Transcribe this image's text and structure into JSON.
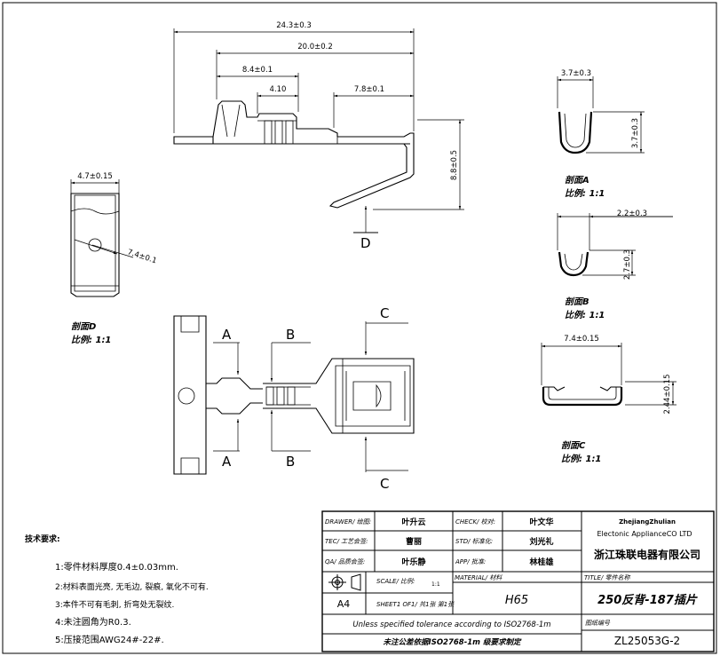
{
  "dimensions": {
    "d_24_3": "24.3±0.3",
    "d_20_0": "20.0±0.2",
    "d_8_4": "8.4±0.1",
    "d_4_10": "4.10",
    "d_7_8": "7.8±0.1",
    "d_8_8": "8.8±0.5",
    "d_4_7": "4.7±0.15",
    "d_7_4a": "7.4±0.1",
    "d_3_7w": "3.7±0.3",
    "d_3_7h": "3.7±0.3",
    "d_2_2": "2.2±0.3",
    "d_2_7": "2.7±0.3",
    "d_7_4b": "7.4±0.15",
    "d_2_44": "2.44±0.15"
  },
  "section_labels": {
    "a_top": "A",
    "a_bottom": "A",
    "b_top": "B",
    "b_bottom": "B",
    "c_top": "C",
    "c_bottom": "C",
    "d": "D"
  },
  "sections": {
    "a_title": "剖面A",
    "a_scale": "比例: 1:1",
    "b_title": "剖面B",
    "b_scale": "比例: 1:1",
    "c_title": "剖面C",
    "c_scale": "比例: 1:1",
    "d_title": "剖面D",
    "d_scale": "比例: 1:1"
  },
  "notes": {
    "heading": "技术要求:",
    "items": [
      "1:零件材料厚度0.4±0.03mm.",
      "2:材料表面光亮, 无毛边, 裂痕, 氧化不可有.",
      "3:本件不可有毛刺, 折弯处无裂纹.",
      "4:未注圆角为R0.3.",
      "5:压接范围AWG24#-22#."
    ]
  },
  "title_block": {
    "drawer_label": "DRAWER/ 绘图:",
    "drawer_value": "叶升云",
    "check_label": "CHECK/ 校对:",
    "check_value": "叶文华",
    "tec_label": "TEC/ 工艺会签:",
    "tec_value": "曹丽",
    "std_label": "STD/ 标准化:",
    "std_value": "刘光礼",
    "qa_label": "QA/ 品质会签:",
    "qa_value": "叶乐静",
    "app_label": "APP/ 批准:",
    "app_value": "林桂雄",
    "scale_label": "SCALE/ 比例:",
    "scale_value": "1:1",
    "material_label": "MATERIAL/ 材料",
    "material_value": "H65",
    "sheet_size": "A4",
    "sheet_label": "SHEET1 OF1/ 共1张 第1张",
    "company_en1": "ZhejiangZhulian",
    "company_en2": "Electonic ApplianceCO LTD",
    "company_cn": "浙江珠联电器有限公司",
    "title_label": "TITLE/ 零件名称",
    "title_value": "250反背-187插片",
    "tolerance_en": "Unless specified tolerance according to ISO2768-1m",
    "tolerance_cn": "未注公差依据ISO2768-1m 级要求制定",
    "drawing_no_label": "图纸编号",
    "drawing_no": "ZL25053G-2"
  }
}
